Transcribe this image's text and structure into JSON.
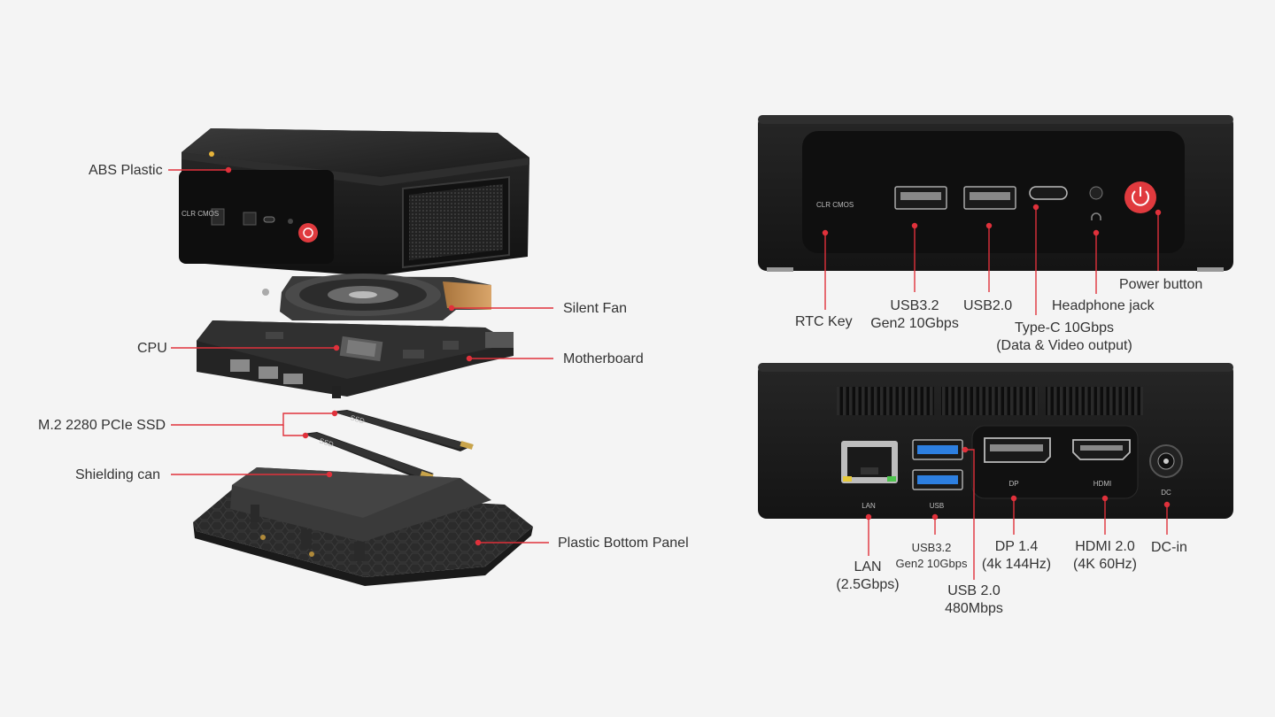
{
  "exploded_view": {
    "labels": {
      "abs_plastic": "ABS Plastic",
      "silent_fan": "Silent Fan",
      "cpu": "CPU",
      "motherboard": "Motherboard",
      "ssd": "M.2 2280 PCIe SSD",
      "shielding_can": "Shielding can",
      "bottom_panel": "Plastic Bottom Panel"
    },
    "device_printed": {
      "clr_cmos": "CLR CMOS",
      "ssd_text": "SSD"
    }
  },
  "front_panel": {
    "printed": {
      "clr_cmos": "CLR CMOS"
    },
    "labels": {
      "rtc_key": "RTC Key",
      "usb32": [
        "USB3.2",
        "Gen2 10Gbps"
      ],
      "usb20": "USB2.0",
      "type_c": [
        "Type-C 10Gbps",
        "(Data & Video output)"
      ],
      "headphone": "Headphone jack",
      "power": "Power button"
    }
  },
  "rear_panel": {
    "printed": {
      "lan": "LAN",
      "usb": "USB",
      "dp": "DP",
      "hdmi": "HDMI",
      "dc": "DC"
    },
    "labels": {
      "lan": [
        "LAN",
        "(2.5Gbps)"
      ],
      "usb32": [
        "USB3.2",
        "Gen2 10Gbps"
      ],
      "usb20": [
        "USB 2.0",
        "480Mbps"
      ],
      "dp": [
        "DP 1.4",
        "(4k 144Hz)"
      ],
      "hdmi": [
        "HDMI 2.0",
        "(4K 60Hz)"
      ],
      "dc": "DC-in"
    }
  },
  "colors": {
    "callout_line": "#e0313b",
    "chassis": "#1c1c1c",
    "power_red": "#e03a3e",
    "usb3_blue": "#2d7fe0",
    "copper": "#c98d4e"
  }
}
